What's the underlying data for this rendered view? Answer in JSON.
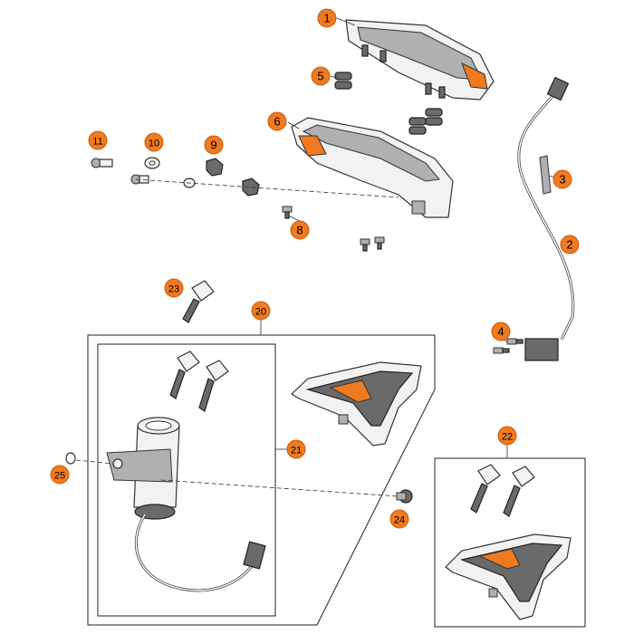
{
  "callouts": [
    {
      "id": "c1",
      "label": "1"
    },
    {
      "id": "c2",
      "label": "2"
    },
    {
      "id": "c3",
      "label": "3"
    },
    {
      "id": "c4",
      "label": "4"
    },
    {
      "id": "c5",
      "label": "5"
    },
    {
      "id": "c6",
      "label": "6"
    },
    {
      "id": "c8",
      "label": "8"
    },
    {
      "id": "c9",
      "label": "9"
    },
    {
      "id": "c10",
      "label": "10"
    },
    {
      "id": "c11",
      "label": "11"
    },
    {
      "id": "c20",
      "label": "20"
    },
    {
      "id": "c21",
      "label": "21"
    },
    {
      "id": "c22",
      "label": "22"
    },
    {
      "id": "c23",
      "label": "23"
    },
    {
      "id": "c24",
      "label": "24"
    },
    {
      "id": "c25",
      "label": "25"
    }
  ],
  "colors": {
    "accent": "#f07a20",
    "line": "#333333"
  }
}
